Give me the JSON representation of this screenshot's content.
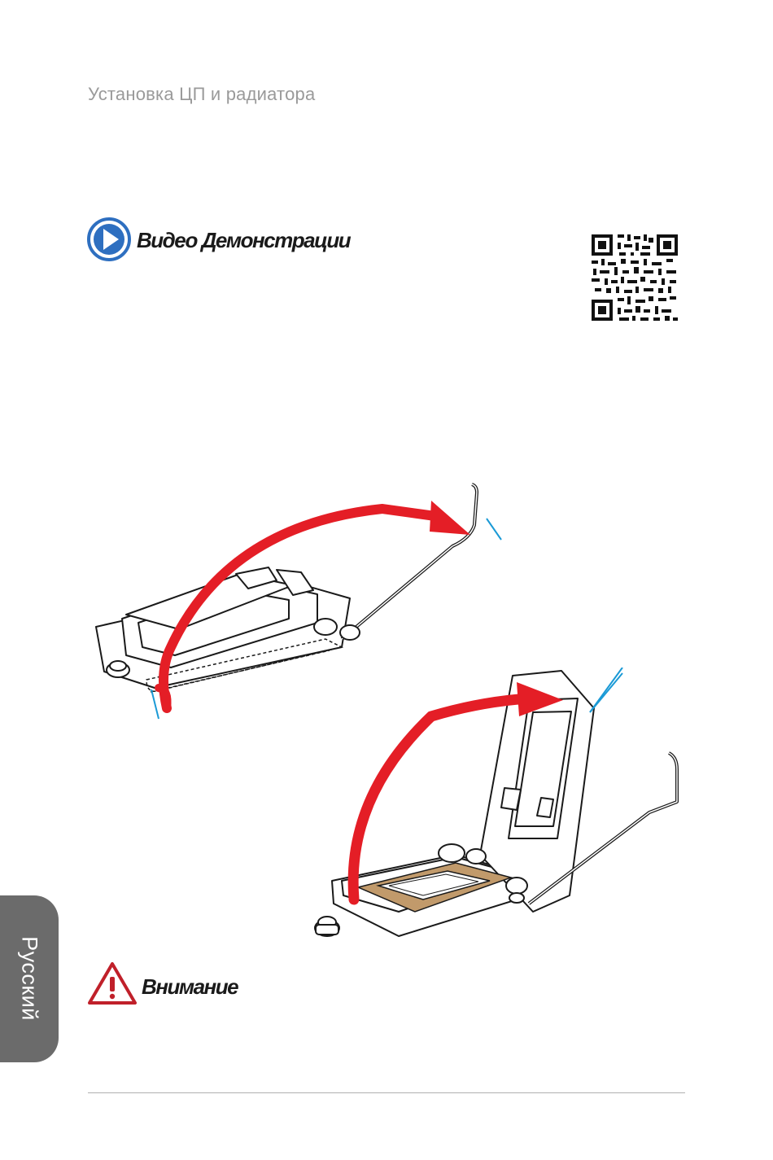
{
  "page": {
    "section_title": "Установка ЦП и радиатора",
    "language_tab": "Русский"
  },
  "video_demo": {
    "label": "Видео Демонстрации",
    "icon": "play-icon",
    "qr_icon": "qr-code-icon"
  },
  "attention": {
    "label": "Внимание",
    "icon": "warning-icon"
  },
  "colors": {
    "accent_blue": "#2e6fc0",
    "arrow_red": "#e41e26",
    "warning_red": "#c0202a",
    "socket_tan": "#c19a6b",
    "tab_gray": "#6b6b6b",
    "title_gray": "#9a9a9a",
    "callout_line": "#1b9ad6"
  }
}
